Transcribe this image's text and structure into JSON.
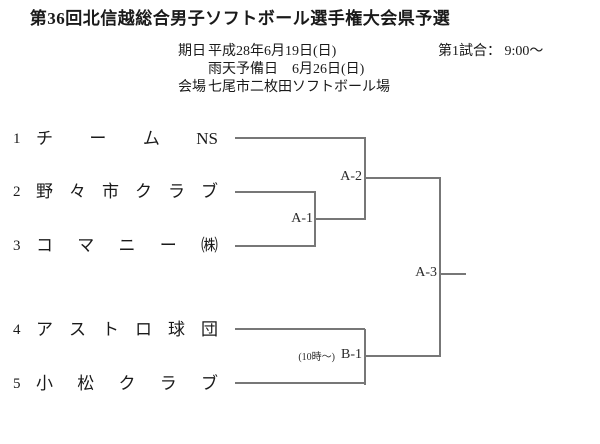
{
  "title": "第36回北信越総合男子ソフトボール選手権大会県予選",
  "info": {
    "date_label": "期日",
    "date_value": "平成28年6月19日(日)",
    "first_game": "第1試合： 9:00～",
    "rain_date": "雨天予備日　6月26日(日)",
    "venue_label": "会場",
    "venue_value": "七尾市二枚田ソフトボール場"
  },
  "bracket": {
    "teams": [
      {
        "seed": "1",
        "chars": [
          "チ",
          "ー",
          "ム",
          "NS"
        ]
      },
      {
        "seed": "2",
        "chars": [
          "野",
          "々",
          "市",
          "ク",
          "ラ",
          "ブ"
        ]
      },
      {
        "seed": "3",
        "chars": [
          "コ",
          "マ",
          "ニ",
          "ー",
          "㈱"
        ]
      },
      {
        "seed": "4",
        "chars": [
          "ア",
          "ス",
          "ト",
          "ロ",
          "球",
          "団"
        ]
      },
      {
        "seed": "5",
        "chars": [
          "小",
          "松",
          "ク",
          "ラ",
          "ブ"
        ]
      }
    ],
    "matches": [
      {
        "id": "A-1",
        "note": ""
      },
      {
        "id": "A-2",
        "note": ""
      },
      {
        "id": "A-3",
        "note": ""
      },
      {
        "id": "B-1",
        "note": "(10時～)"
      }
    ],
    "structure": "A-1: seed2 vs seed3; A-2: seed1 vs winner A-1; B-1: seed4 vs seed5; A-3: winner A-2 vs winner B-1"
  },
  "colors": {
    "background": "#ffffff",
    "text": "#1a1a1a",
    "line": "#777777"
  }
}
